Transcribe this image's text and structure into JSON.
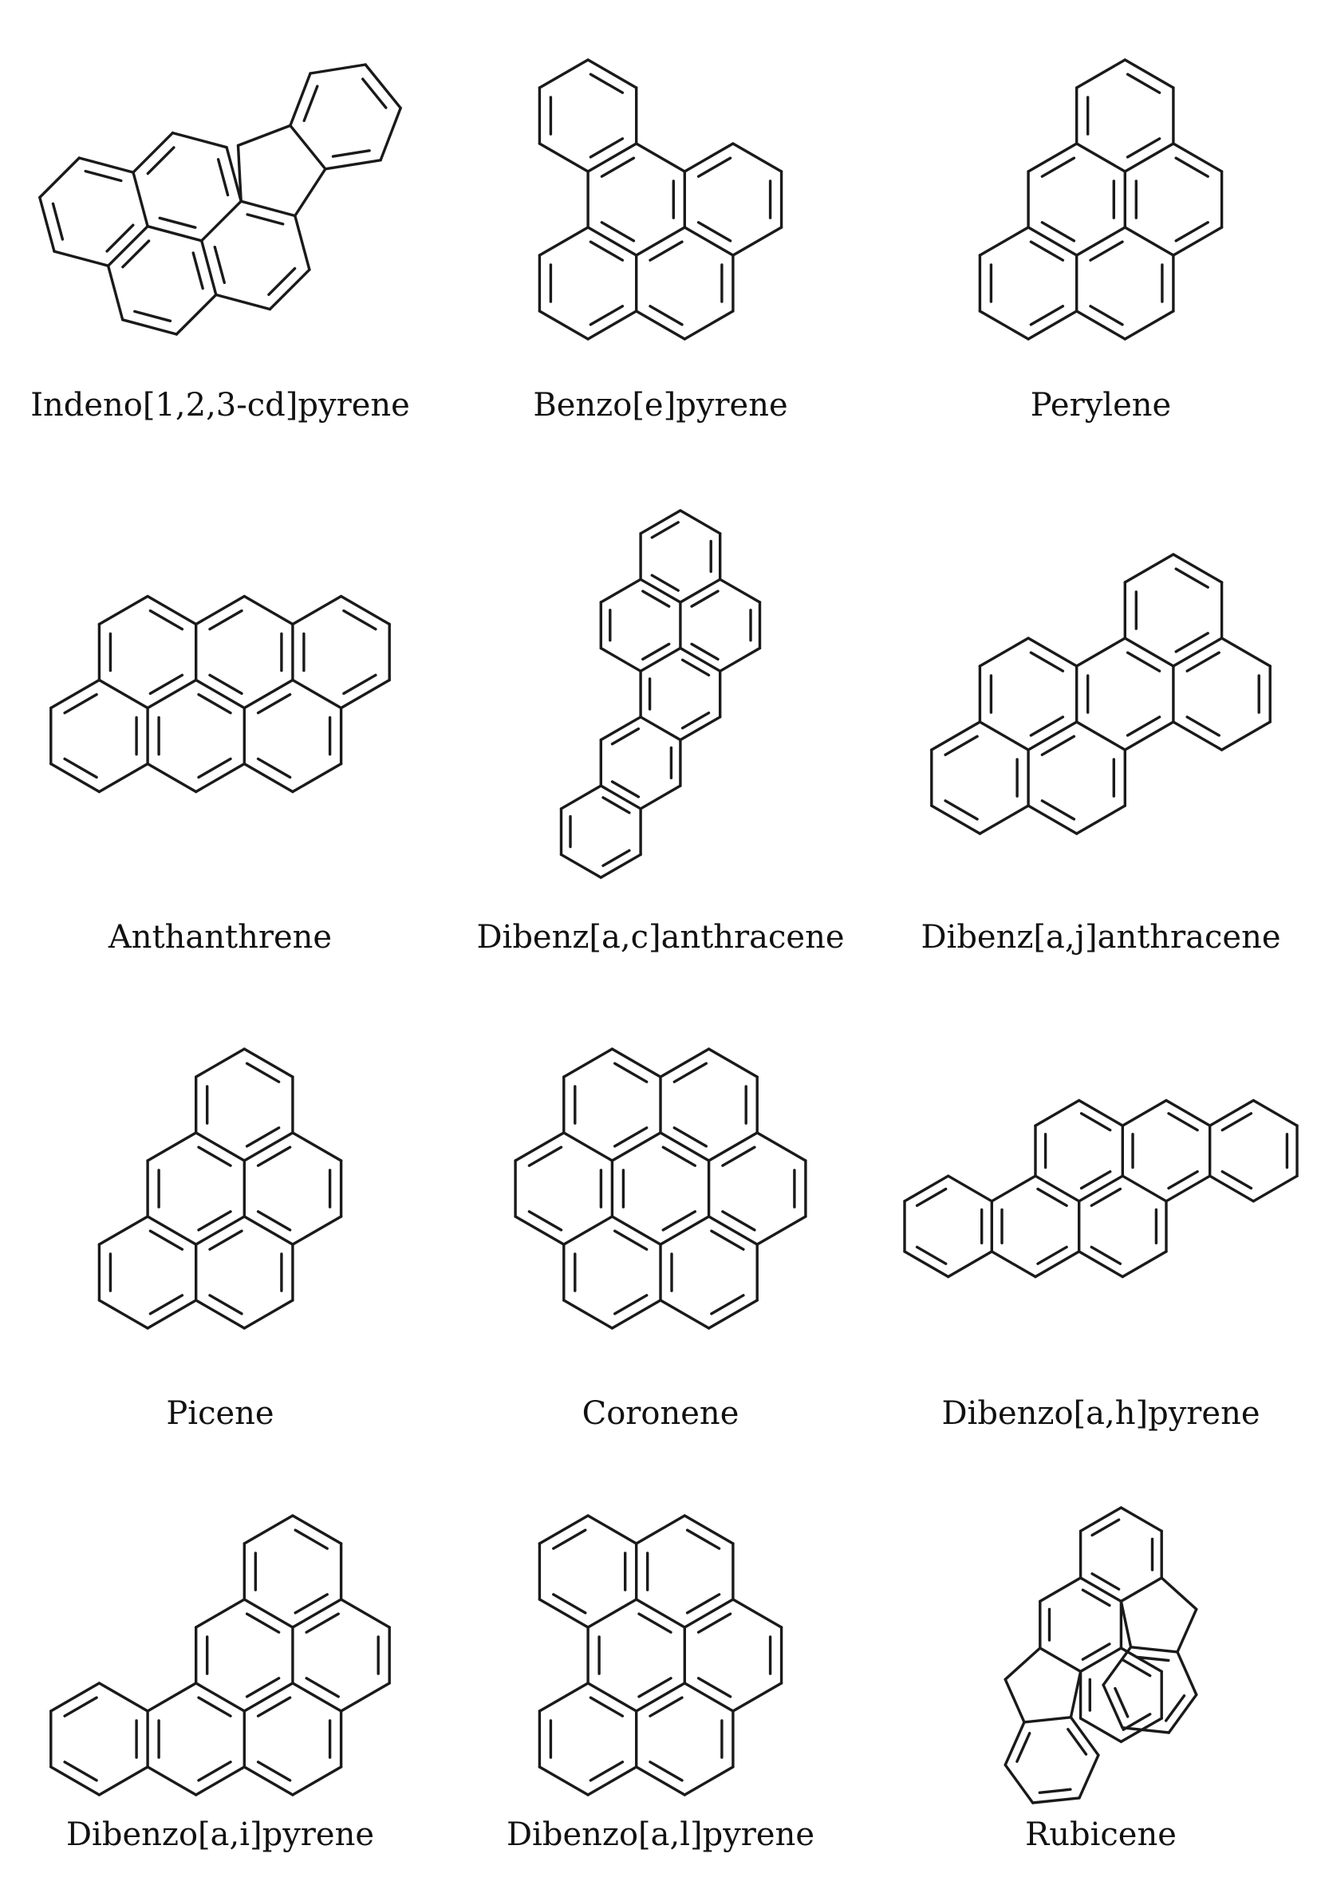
{
  "molecules": [
    {
      "id": "indeno-123-cd-pyrene",
      "label": "Indeno[1,2,3-cd]pyrene"
    },
    {
      "id": "benzo-e-pyrene",
      "label": "Benzo[e]pyrene"
    },
    {
      "id": "perylene",
      "label": "Perylene"
    },
    {
      "id": "anthanthrene",
      "label": "Anthanthrene"
    },
    {
      "id": "dibenz-ac-anthracene",
      "label": "Dibenz[a,c]anthracene"
    },
    {
      "id": "dibenz-aj-anthracene",
      "label": "Dibenz[a,j]anthracene"
    },
    {
      "id": "picene",
      "label": "Picene"
    },
    {
      "id": "coronene",
      "label": "Coronene"
    },
    {
      "id": "dibenzo-ah-pyrene",
      "label": "Dibenzo[a,h]pyrene"
    },
    {
      "id": "dibenzo-ai-pyrene",
      "label": "Dibenzo[a,i]pyrene"
    },
    {
      "id": "dibenzo-al-pyrene",
      "label": "Dibenzo[a,l]pyrene"
    },
    {
      "id": "rubicene",
      "label": "Rubicene"
    }
  ],
  "colors": {
    "line": "#1a1a1a",
    "text": "#111111",
    "background": "#ffffff"
  }
}
